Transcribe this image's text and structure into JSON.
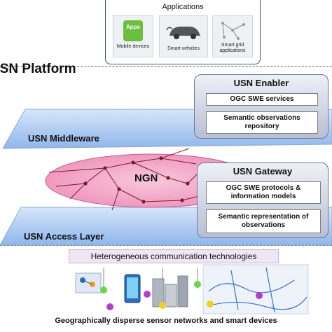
{
  "applications": {
    "title": "Applications",
    "items": [
      {
        "label": "Mobile devices",
        "badge": "Apps"
      },
      {
        "label": "Smart vehicles"
      },
      {
        "label": "Smart grid applications"
      }
    ]
  },
  "platform": {
    "title": "USN Platform"
  },
  "layers": {
    "middleware": "USN Middleware",
    "access": "USN Access Layer",
    "ngn": "NGN"
  },
  "enabler": {
    "title": "USN Enabler",
    "items": [
      "OGC SWE services",
      "Semantic observations repository"
    ]
  },
  "gateway": {
    "title": "USN Gateway",
    "items": [
      "OGC SWE protocols & information models",
      "Semantic representation of observations"
    ]
  },
  "heterogeneous": "Heterogeneous communication technologies",
  "caption": "Geographically disperse sensor networks and smart devices",
  "colors": {
    "layer_blue": "#a9c9f2",
    "ngn_pink": "#f3a6c6",
    "panel_border": "#6b7a9a",
    "node_green": "#6bd64a",
    "node_purple": "#b040c8",
    "node_yellow": "#f0d020"
  }
}
